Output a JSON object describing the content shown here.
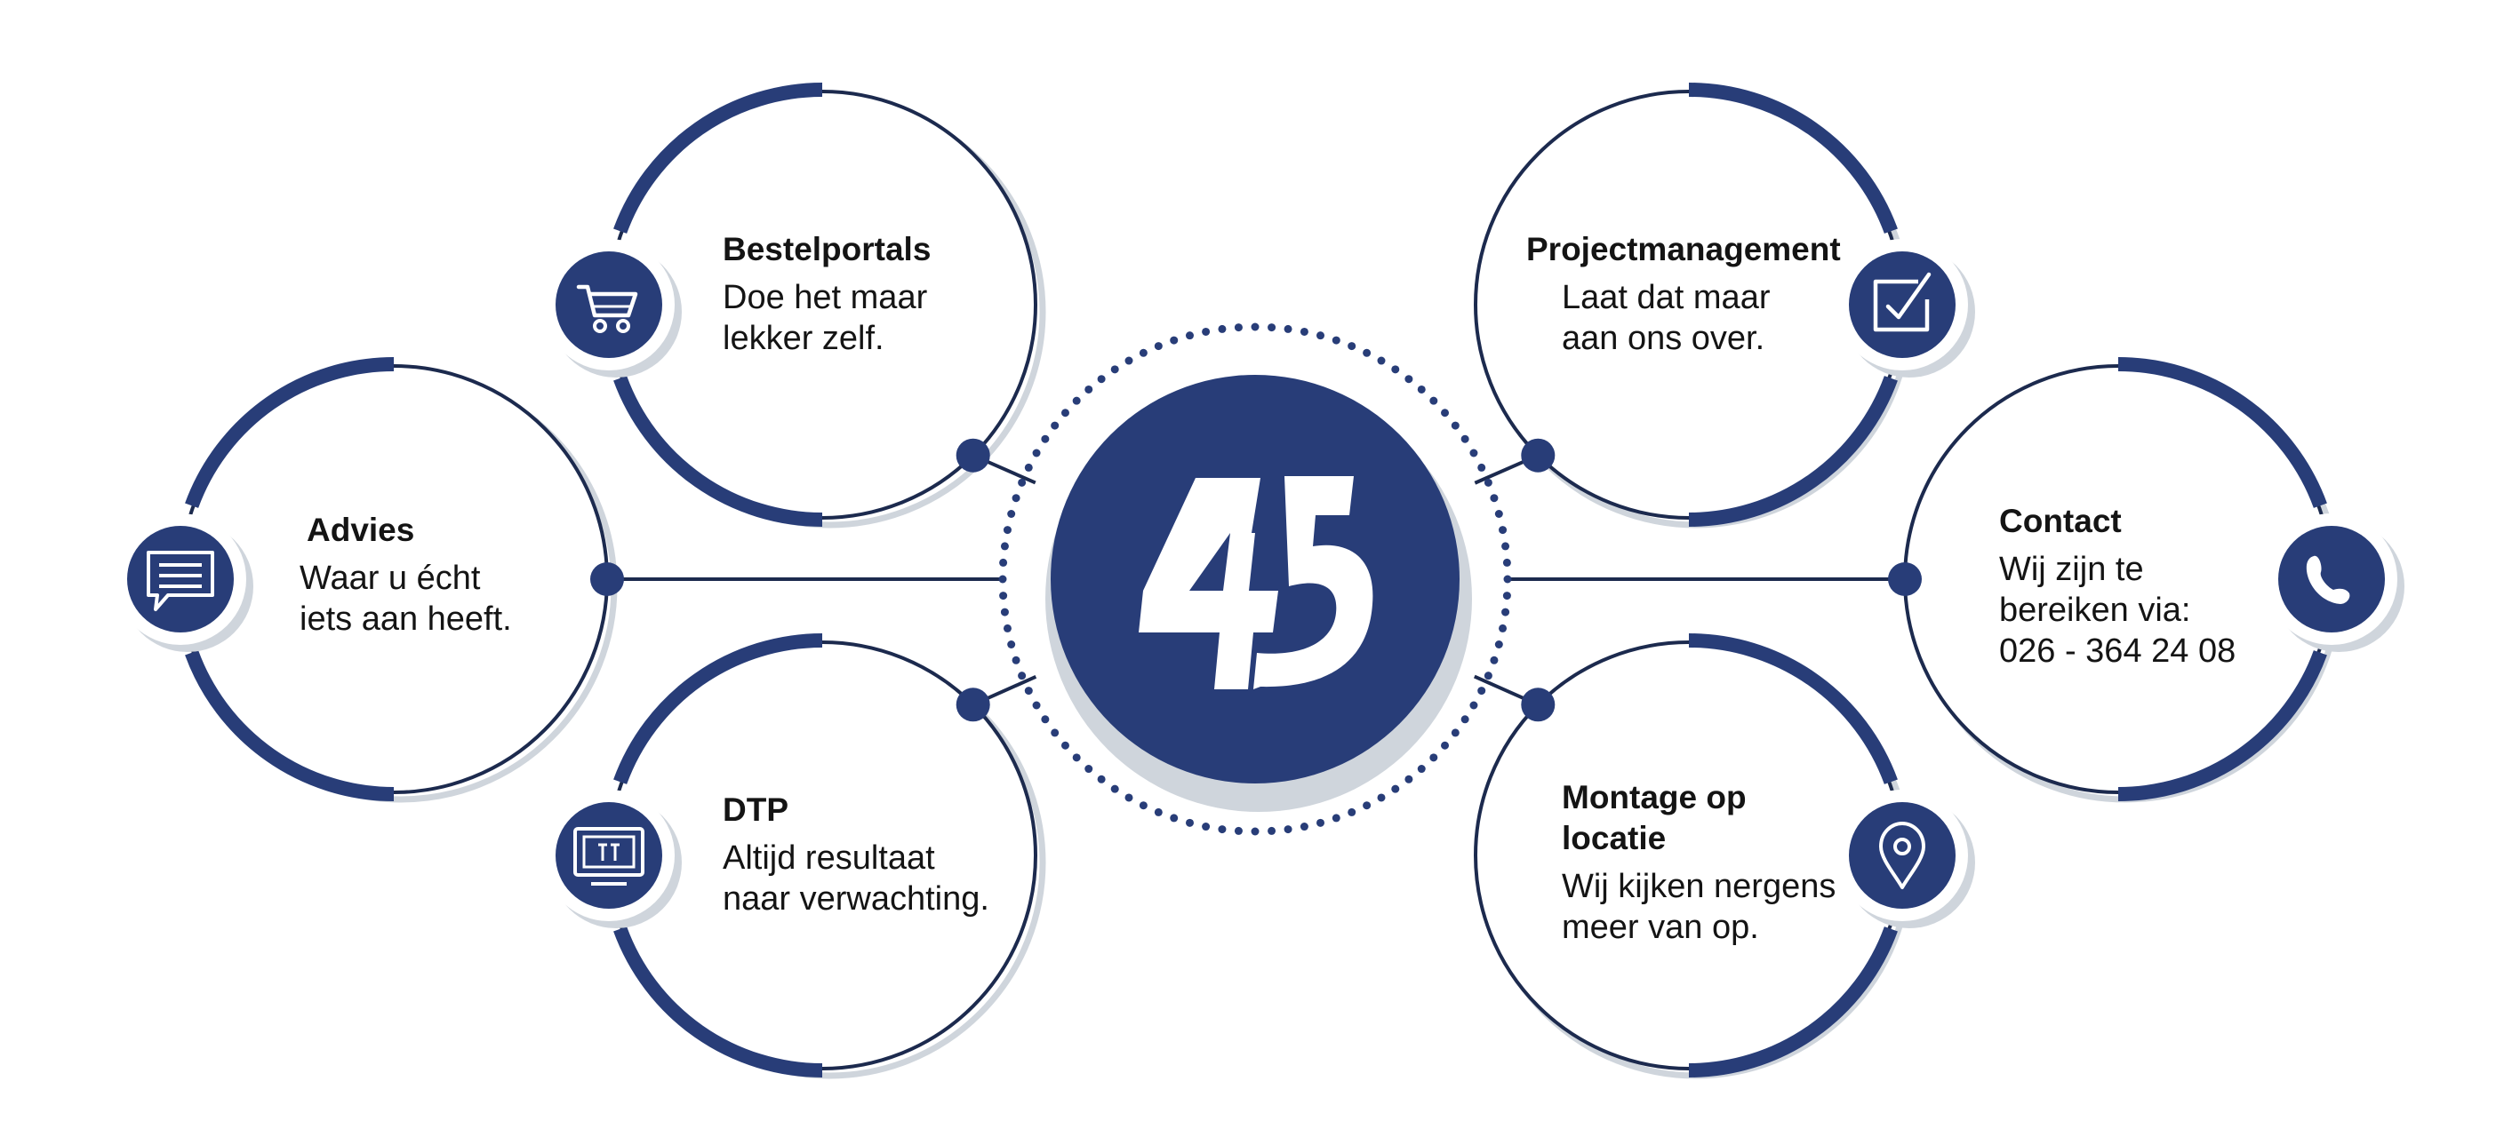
{
  "colors": {
    "navy": "#283d78",
    "dark_outline": "#1c2a4e",
    "shadow": "#cfd5dc",
    "white": "#ffffff"
  },
  "center": {
    "logo_text": "45",
    "logo_icon": "logo-45-mark"
  },
  "services": [
    {
      "title": "Bestelportals",
      "desc": [
        "Doe het maar",
        "lekker zelf."
      ],
      "icon": "shopping-cart-icon"
    },
    {
      "title": "Advies",
      "desc": [
        "Waar u écht",
        "iets aan heeft."
      ],
      "icon": "chat-bubble-icon"
    },
    {
      "title": "DTP",
      "desc": [
        "Altijd resultaat",
        "naar verwachting."
      ],
      "icon": "monitor-icon"
    },
    {
      "title": "Projectmanagement",
      "desc": [
        "Laat dat maar",
        "aan ons over."
      ],
      "icon": "checkbox-icon"
    },
    {
      "title": "Contact",
      "desc": [
        "Wij zijn te",
        "bereiken via:",
        "026 - 364 24 08"
      ],
      "icon": "phone-icon"
    },
    {
      "title": "Montage op locatie",
      "desc": [
        "Wij kijken nergens",
        "meer van op."
      ],
      "icon": "location-pin-icon"
    }
  ]
}
